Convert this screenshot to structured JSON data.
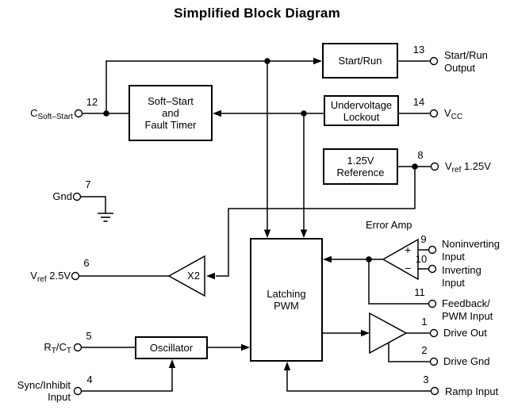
{
  "title": "Simplified Block Diagram",
  "colors": {
    "line": "#000000",
    "background": "#ffffff"
  },
  "blocks": {
    "start_run": {
      "label": "Start/Run"
    },
    "soft_start": {
      "line1": "Soft–Start",
      "line2": "and",
      "line3": "Fault Timer"
    },
    "undervoltage": {
      "line1": "Undervoltage",
      "line2": "Lockout"
    },
    "reference": {
      "line1": "1.25V",
      "line2": "Reference"
    },
    "latching_pwm": {
      "line1": "Latching",
      "line2": "PWM"
    },
    "oscillator": {
      "label": "Oscillator"
    },
    "x2_amp": {
      "label": "X2"
    },
    "error_amp": {
      "label": "Error Amp",
      "plus": "+",
      "minus": "−"
    }
  },
  "pins": {
    "p1": {
      "num": "1",
      "label": "Drive Out"
    },
    "p2": {
      "num": "2",
      "label": "Drive Gnd"
    },
    "p3": {
      "num": "3",
      "label": "Ramp Input"
    },
    "p4": {
      "num": "4",
      "line1": "Sync/Inhibit",
      "line2": "Input"
    },
    "p5": {
      "num": "5",
      "main1": "R",
      "sub1": "T",
      "main2": "/C",
      "sub2": "T"
    },
    "p6": {
      "num": "6",
      "main1": "V",
      "sub1": "ref",
      "main2": " 2.5V"
    },
    "p7": {
      "num": "7",
      "label": "Gnd"
    },
    "p8": {
      "num": "8",
      "main1": "V",
      "sub1": "ref",
      "main2": " 1.25V"
    },
    "p9": {
      "num": "9",
      "line1": "Noninverting",
      "line2": "Input"
    },
    "p10": {
      "num": "10",
      "line1": "Inverting",
      "line2": "Input"
    },
    "p11": {
      "num": "11",
      "line1": "Feedback/",
      "line2": "PWM Input"
    },
    "p12": {
      "num": "12",
      "main1": "C",
      "sub1": "Soft–Start"
    },
    "p13": {
      "num": "13",
      "line1": "Start/Run",
      "line2": "Output"
    },
    "p14": {
      "num": "14",
      "main1": "V",
      "sub1": "CC"
    }
  }
}
